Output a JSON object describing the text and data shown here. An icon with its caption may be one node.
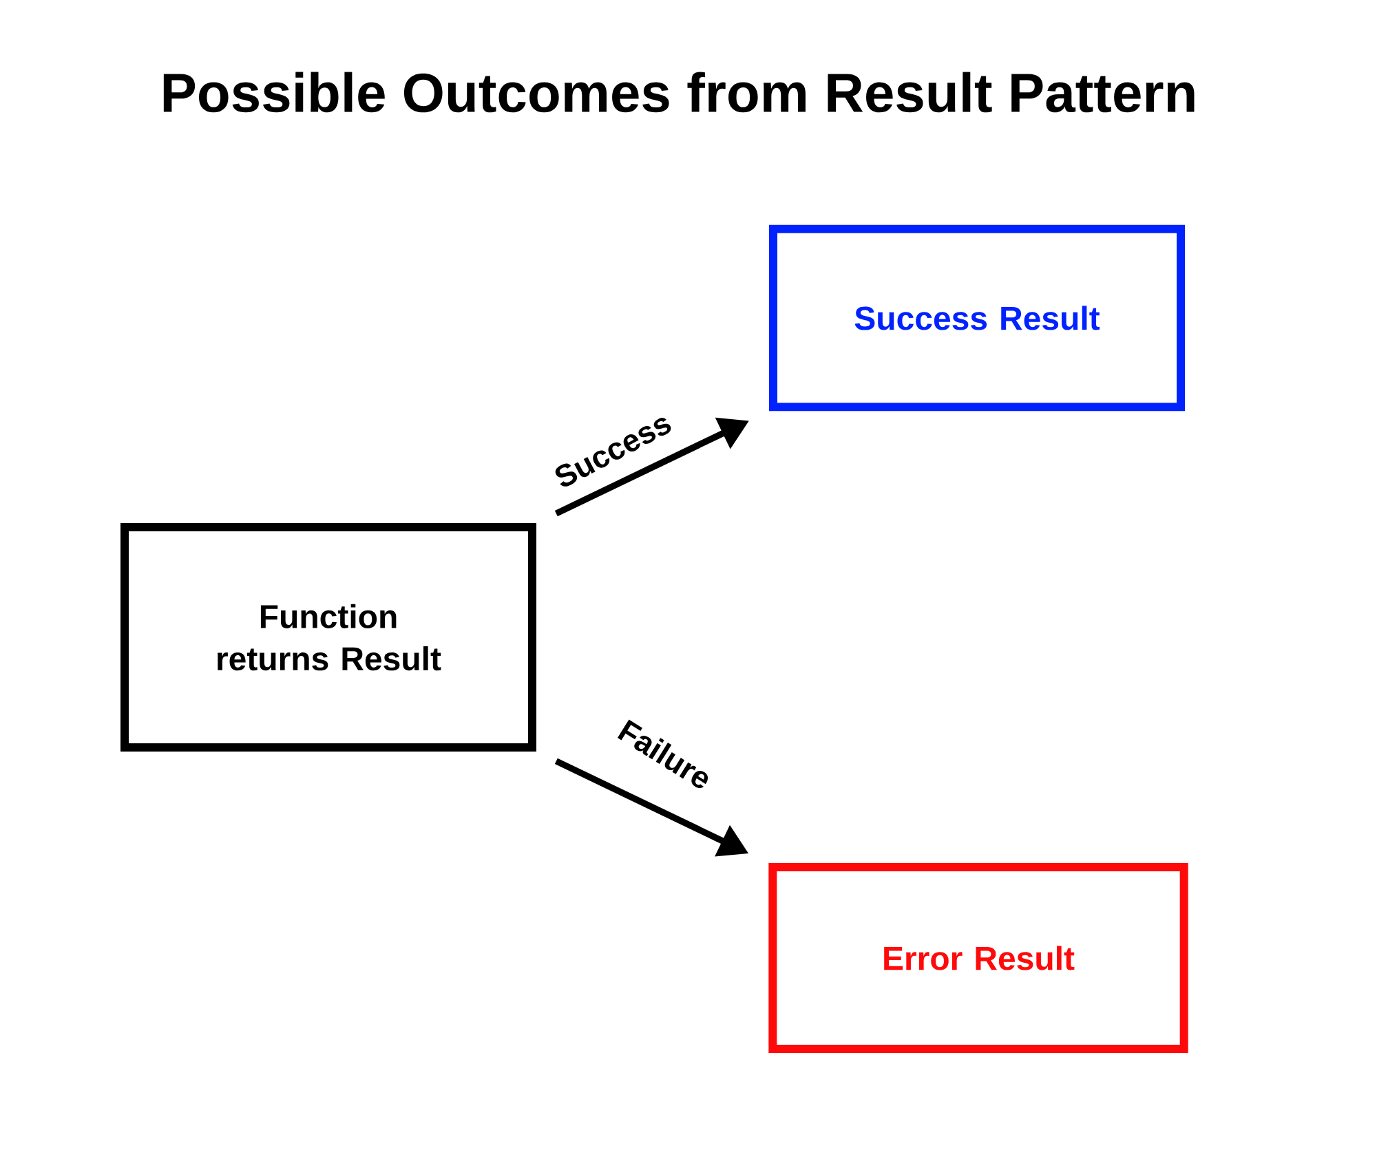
{
  "diagram": {
    "title": "Possible Outcomes from Result Pattern",
    "nodes": [
      {
        "text": [
          "Function returns Result"
        ]
      },
      {
        "text": [
          "Success Result"
        ]
      },
      {
        "text": [
          "Error Result"
        ]
      }
    ],
    "edges": [
      {
        "from": 0,
        "to": 1,
        "arrow": "to",
        "label": "Success"
      },
      {
        "from": 0,
        "to": 2,
        "arrow": "to",
        "label": "Failure"
      }
    ]
  }
}
